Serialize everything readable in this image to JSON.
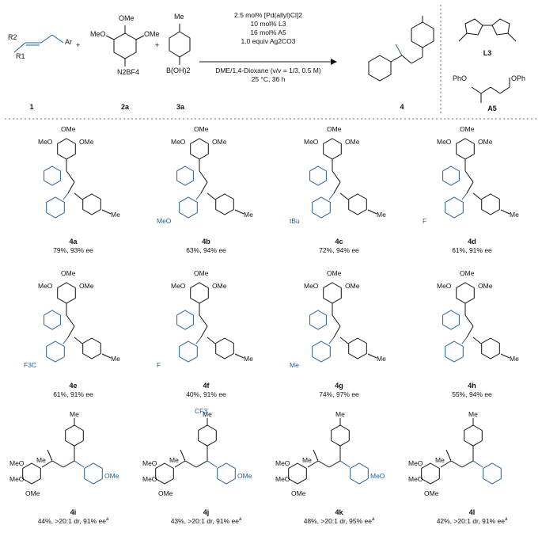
{
  "scheme": {
    "reagent_labels": {
      "r1": "1",
      "r2": "2a",
      "r3": "3a",
      "product": "4",
      "ligand": "L3",
      "additive": "A5"
    },
    "reagent_groups": {
      "r2_top": "OMe",
      "r2_left": "MeO",
      "r2_right": "OMe",
      "r2_bottom": "N2BF4",
      "r1_ar": "Ar",
      "r1_r1": "R1",
      "r1_r2": "R2",
      "r3_top": "Me",
      "r3_bottom": "B(OH)2",
      "plus": "+"
    },
    "conditions": [
      "2.5 mol%  [Pd(allyl)Cl]2",
      "10 mol% L3",
      "16 mol% A5",
      "1.0 equiv Ag2CO3",
      "DME/1,4-Dioxane (v/v = 1/3, 0.5 M)",
      "25 °C, 36 h"
    ],
    "a5_groups": {
      "left": "PhO",
      "right": "OPh"
    }
  },
  "products": [
    {
      "id": "4a",
      "result": "79%, 93% ee"
    },
    {
      "id": "4b",
      "result": "63%, 94% ee"
    },
    {
      "id": "4c",
      "result": "72%, 94% ee"
    },
    {
      "id": "4d",
      "result": "61%, 91% ee"
    },
    {
      "id": "4e",
      "result": "61%, 91% ee"
    },
    {
      "id": "4f",
      "result": "40%, 91% ee"
    },
    {
      "id": "4g",
      "result": "74%, 97% ee"
    },
    {
      "id": "4h",
      "result": "55%, 94% ee"
    },
    {
      "id": "4i",
      "result": "44%, >20:1 dr, 91% ee",
      "note": "a"
    },
    {
      "id": "4j",
      "result": "43%, >20:1 dr, 91% ee",
      "note": "a"
    },
    {
      "id": "4k",
      "result": "48%, >20:1 dr, 95% ee",
      "note": "a"
    },
    {
      "id": "4l",
      "result": "42%, >20:1 dr, 91% ee",
      "note": "a"
    }
  ],
  "substituents": {
    "4a": "",
    "4b": "MeO",
    "4c": "tBu",
    "4d": "F",
    "4e": "F3C",
    "4f": "F",
    "4g": "Me",
    "4h": "",
    "4i": "OMe",
    "4j": "OMe",
    "4k": "MeO",
    "4l": "",
    "4j_chain": "CF3"
  },
  "colors": {
    "blue": "#1f5fa0",
    "black": "#111111",
    "divider": "#9a9a9a"
  }
}
